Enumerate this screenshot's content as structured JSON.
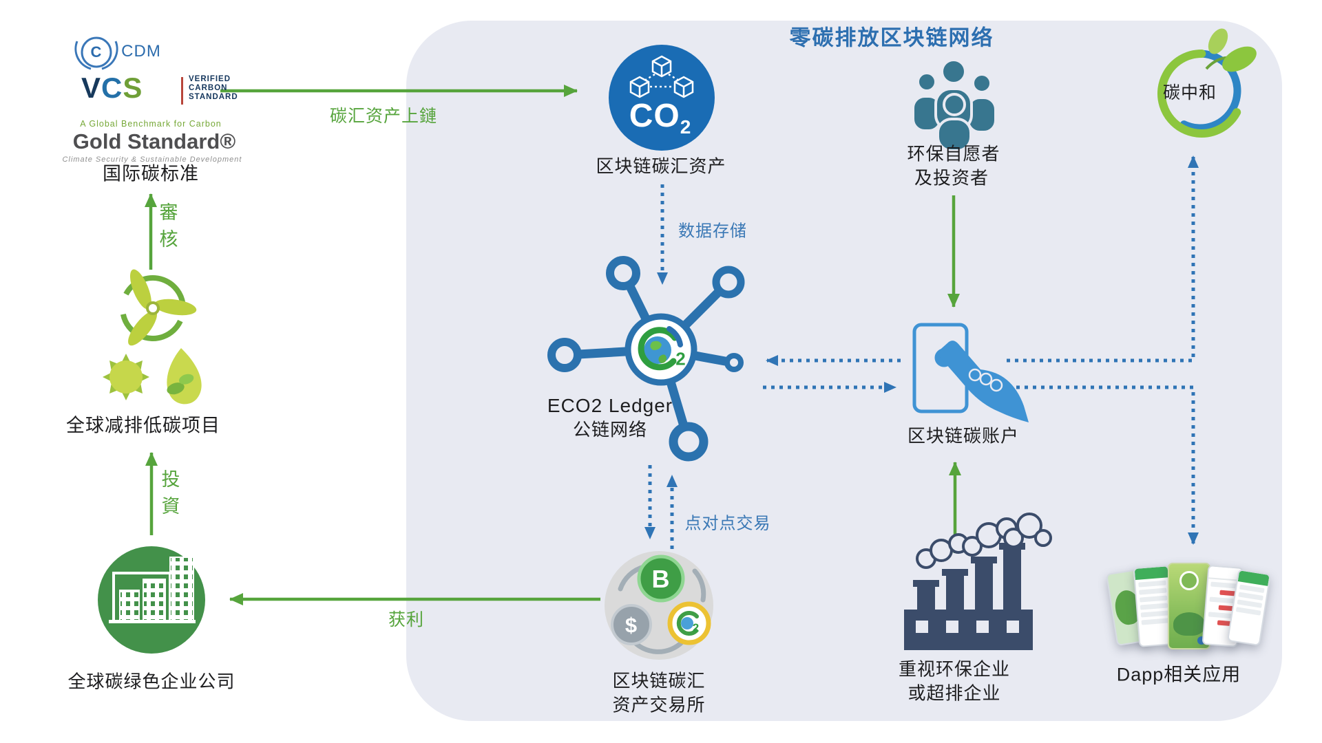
{
  "title": {
    "text": "零碳排放区块链网络"
  },
  "left_column": {
    "cdm_emblem_c": "C",
    "cdm": "CDM",
    "vcs_v": "V",
    "vcs_c": "C",
    "vcs_s": "S",
    "vcs_lines": [
      "VERIFIED",
      "CARBON",
      "STANDARD"
    ],
    "vcs_tagline": "A Global Benchmark for Carbon",
    "gold_standard": "Gold Standard®",
    "gold_tagline": "Climate Security & Sustainable Development",
    "intl_carbon_standard": "国际碳标准",
    "audit_vertical": "審核",
    "low_carbon_projects": "全球减排低碳项目",
    "invest_vertical": "投資",
    "green_companies": "全球碳绿色企业公司"
  },
  "flows": {
    "asset_onchain": "碳汇资产上鏈",
    "profit": "获利",
    "data_storage": "数据存储",
    "p2p_trade": "点对点交易"
  },
  "nodes": {
    "chain_carbon_asset": "区块链碳汇资产",
    "co2_main": "CO",
    "co2_sub": "2",
    "ledger_name": "ECO2 Ledger",
    "ledger_sub": "公链网络",
    "hub_logo_two": "2",
    "exchange_line1": "区块链碳汇",
    "exchange_line2": "资产交易所",
    "coin_btc": "B",
    "coin_dollar": "$",
    "coin_eco_two": "2",
    "volunteers_line1": "环保自愿者",
    "volunteers_line2": "及投资者",
    "carbon_account": "区块链碳账户",
    "enterprises_line1": "重视环保企业",
    "enterprises_line2": "或超排企业",
    "carbon_neutral": "碳中和",
    "dapp_apps": "Dapp相关应用"
  },
  "colors": {
    "panel_bg": "#e8eaf2",
    "green_arrow": "#56a43c",
    "blue_dotted": "#2f74b5",
    "title_blue": "#2d6fb0",
    "co2_circle": "#1a6cb4",
    "hub_blue": "#2b72ae",
    "people_teal": "#38768f",
    "factory_navy": "#3b4c6a",
    "phone_blue": "#3f93d4",
    "company_green": "#43914a"
  }
}
